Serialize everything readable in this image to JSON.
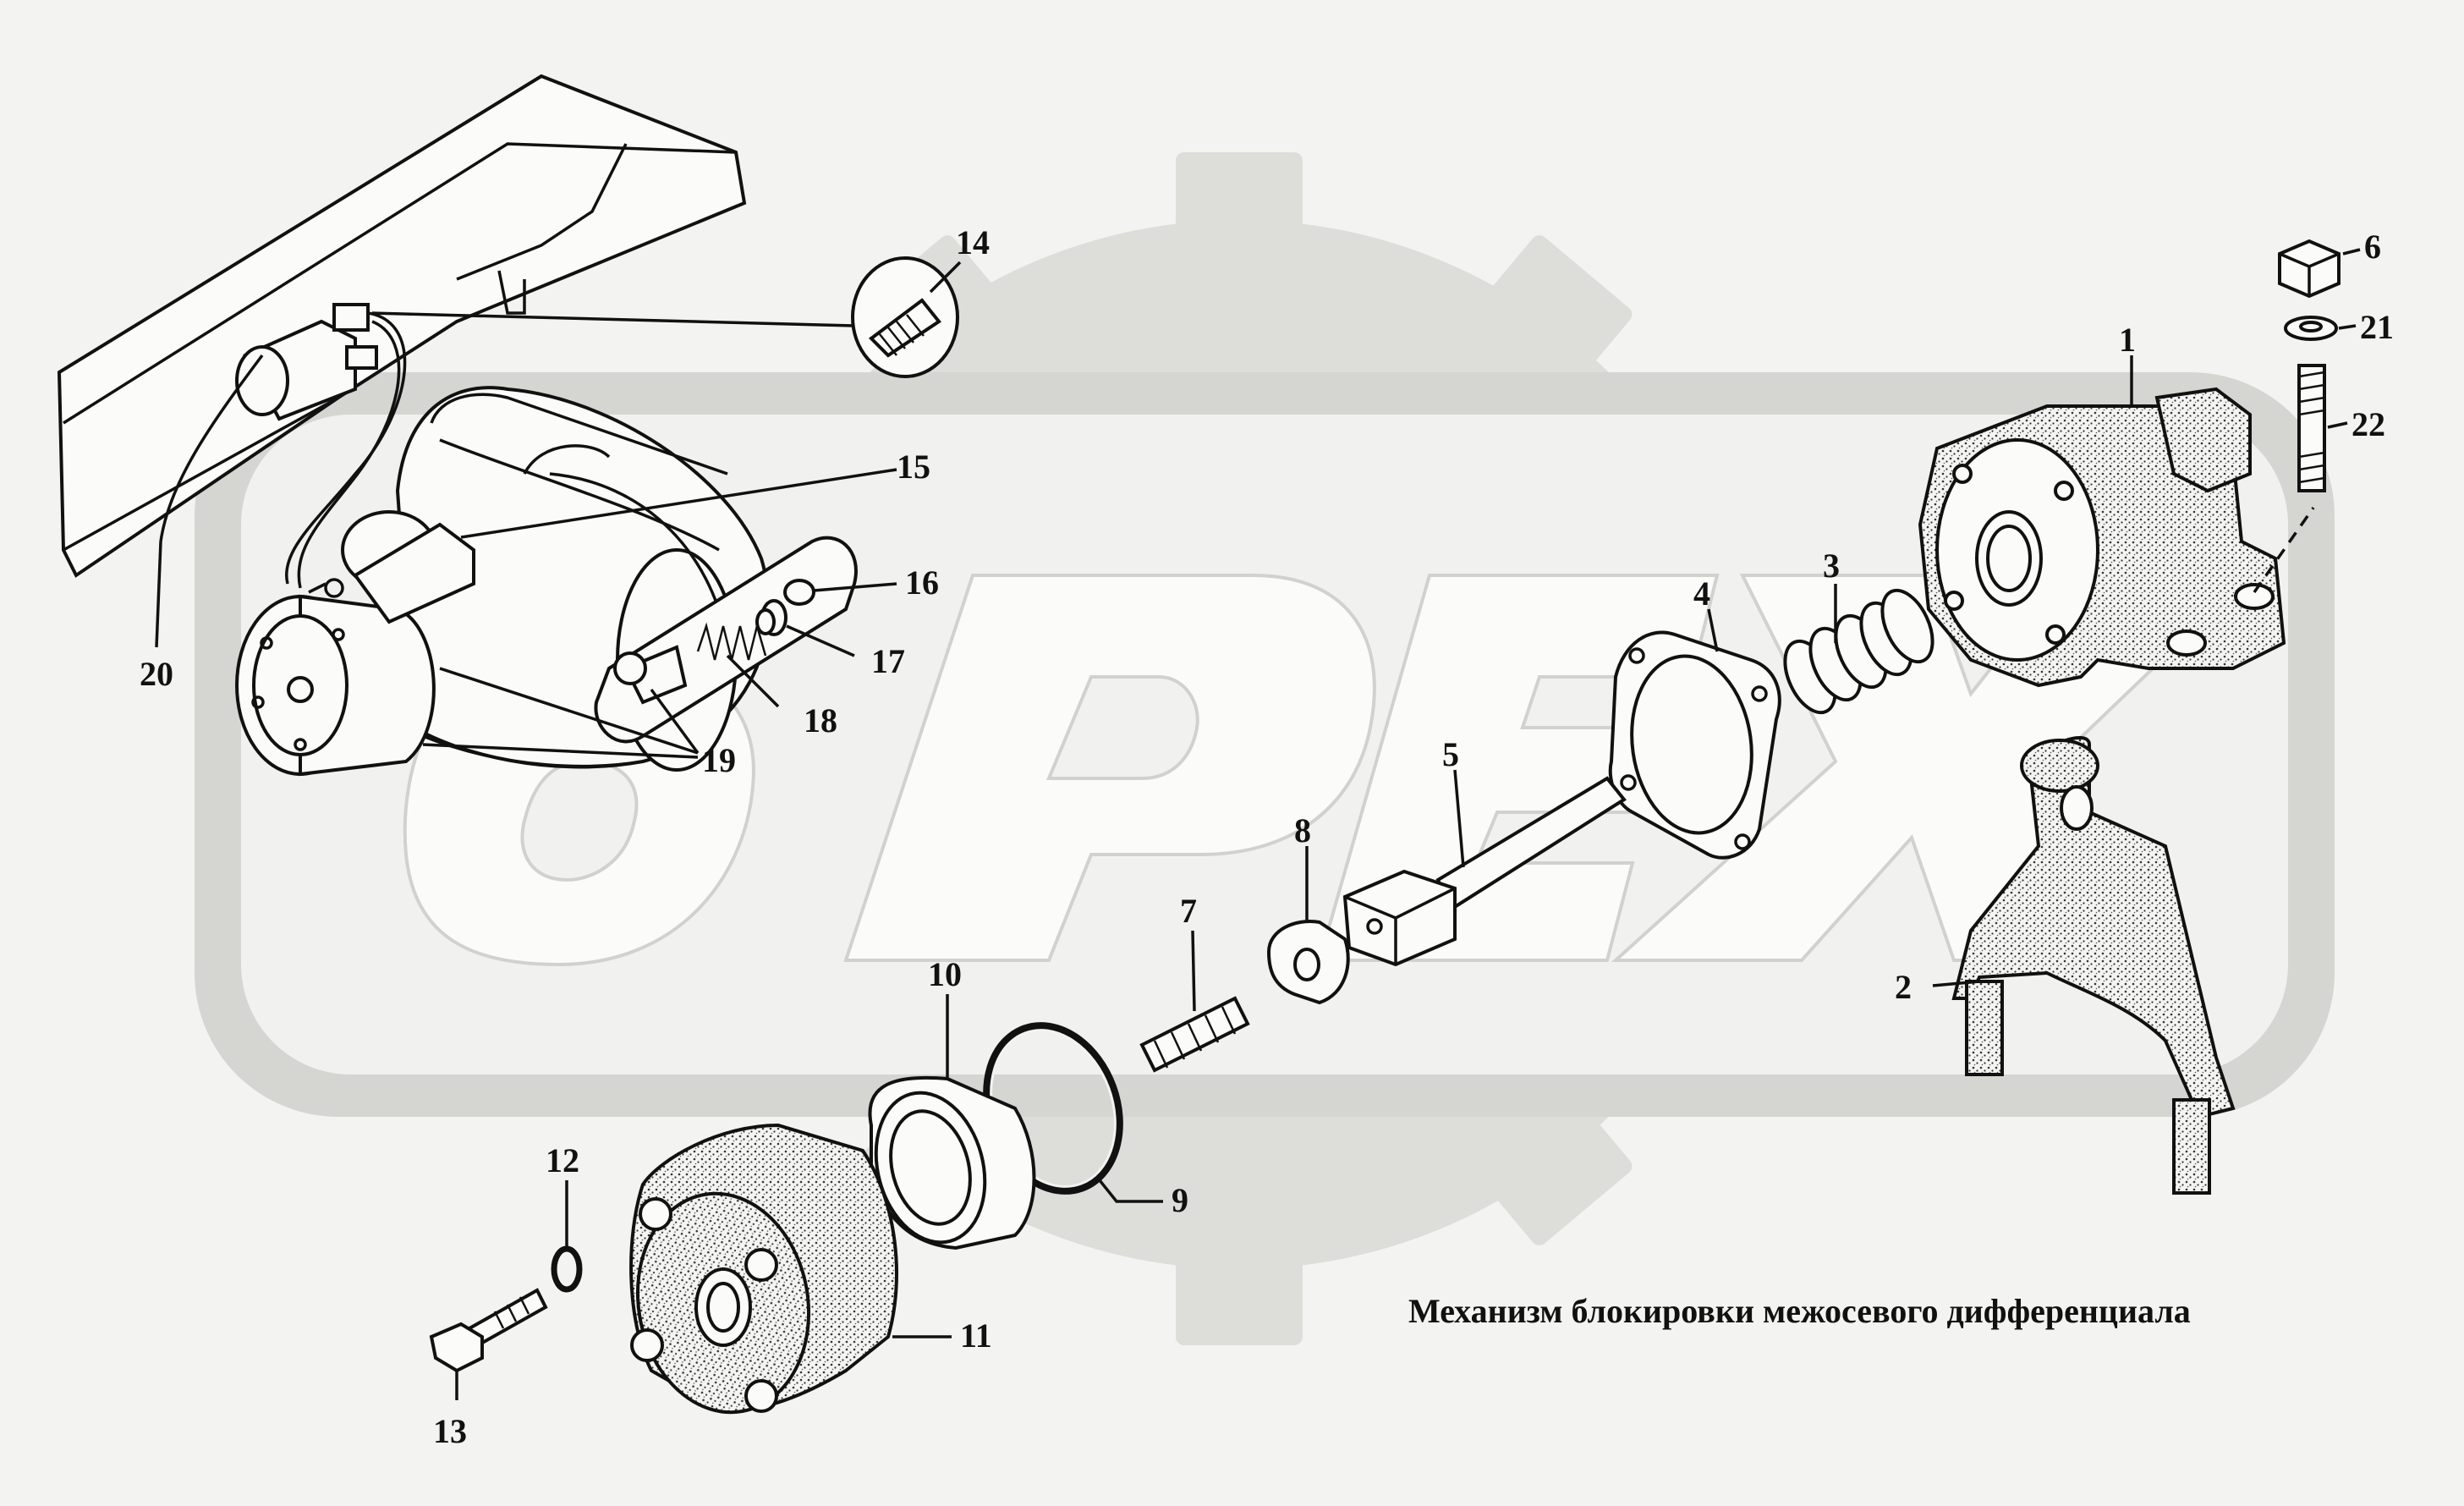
{
  "caption": "Механизм блокировки межосевого дифференциала",
  "watermark": {
    "text": "OPEX",
    "color": "#d9d9d6"
  },
  "callouts": [
    {
      "id": "1",
      "label": "1"
    },
    {
      "id": "2",
      "label": "2"
    },
    {
      "id": "3",
      "label": "3"
    },
    {
      "id": "4",
      "label": "4"
    },
    {
      "id": "5",
      "label": "5"
    },
    {
      "id": "6",
      "label": "6"
    },
    {
      "id": "7",
      "label": "7"
    },
    {
      "id": "8",
      "label": "8"
    },
    {
      "id": "9",
      "label": "9"
    },
    {
      "id": "10",
      "label": "10"
    },
    {
      "id": "11",
      "label": "11"
    },
    {
      "id": "12",
      "label": "12"
    },
    {
      "id": "13",
      "label": "13"
    },
    {
      "id": "14",
      "label": "14"
    },
    {
      "id": "15",
      "label": "15"
    },
    {
      "id": "16",
      "label": "16"
    },
    {
      "id": "17",
      "label": "17"
    },
    {
      "id": "18",
      "label": "18"
    },
    {
      "id": "19",
      "label": "19"
    },
    {
      "id": "20",
      "label": "20"
    },
    {
      "id": "21",
      "label": "21"
    },
    {
      "id": "22",
      "label": "22"
    }
  ]
}
